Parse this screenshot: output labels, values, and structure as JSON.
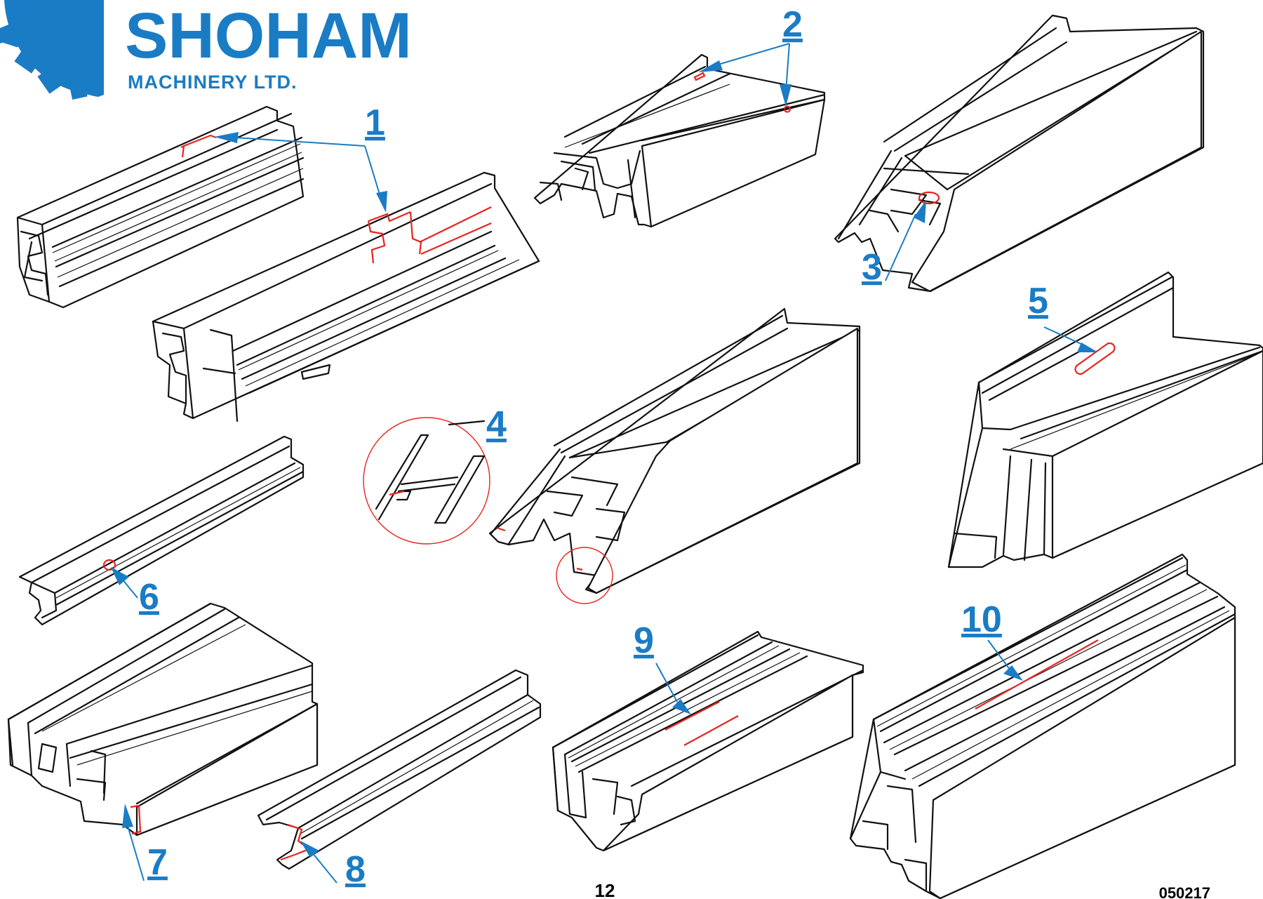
{
  "logo": {
    "name": "SHOHAM",
    "subtitle": "MACHINERY LTD.",
    "color": "#1a7cc4"
  },
  "callouts": [
    {
      "id": "callout-1",
      "label": "1"
    },
    {
      "id": "callout-2",
      "label": "2"
    },
    {
      "id": "callout-3",
      "label": "3"
    },
    {
      "id": "callout-4",
      "label": "4"
    },
    {
      "id": "callout-5",
      "label": "5"
    },
    {
      "id": "callout-6",
      "label": "6"
    },
    {
      "id": "callout-7",
      "label": "7"
    },
    {
      "id": "callout-8",
      "label": "8"
    },
    {
      "id": "callout-9",
      "label": "9"
    },
    {
      "id": "callout-10",
      "label": "10"
    }
  ],
  "footer": {
    "page_number": "12",
    "doc_code": "050217"
  },
  "colors": {
    "callout": "#1a7cc4",
    "machining_mark": "#e8231f",
    "outline": "#111111"
  }
}
